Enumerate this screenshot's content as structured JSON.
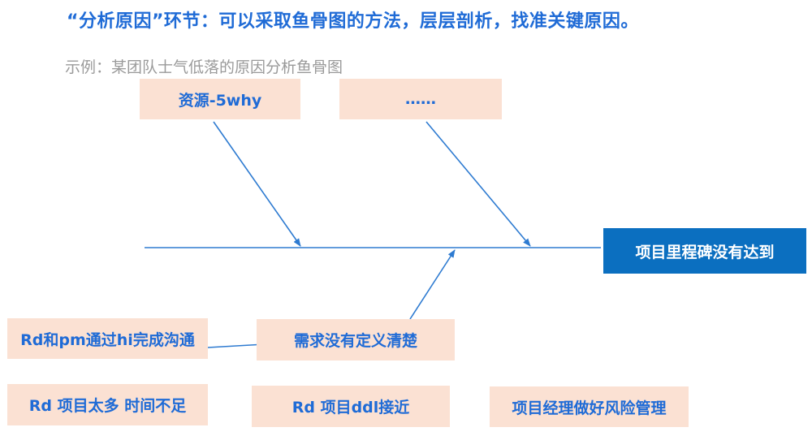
{
  "headline": "“分析原因”环节：可以采取鱼骨图的方法，层层剖析，找准关键原因。",
  "subtitle": "示例：某团队士气低落的原因分析鱼骨图",
  "diagram": {
    "effect": "项目里程碑没有达到",
    "causes": {
      "resource": "资源-5why",
      "ellipsis": "……",
      "requirements": "需求没有定义清楚",
      "communication": "Rd和pm通过hi完成沟通",
      "too_many_projects": "Rd 项目太多 时间不足",
      "ddl_close": "Rd 项目ddl接近",
      "risk_management": "项目经理做好风险管理"
    },
    "colors": {
      "headline": "#1f6bd6",
      "subtitle": "#9a9a9a",
      "cause_box_fill": "#fbe1d3",
      "cause_text": "#1f6bd6",
      "effect_fill": "#0b6fc0",
      "effect_text": "#ffffff",
      "line": "#2e7bd1"
    }
  }
}
